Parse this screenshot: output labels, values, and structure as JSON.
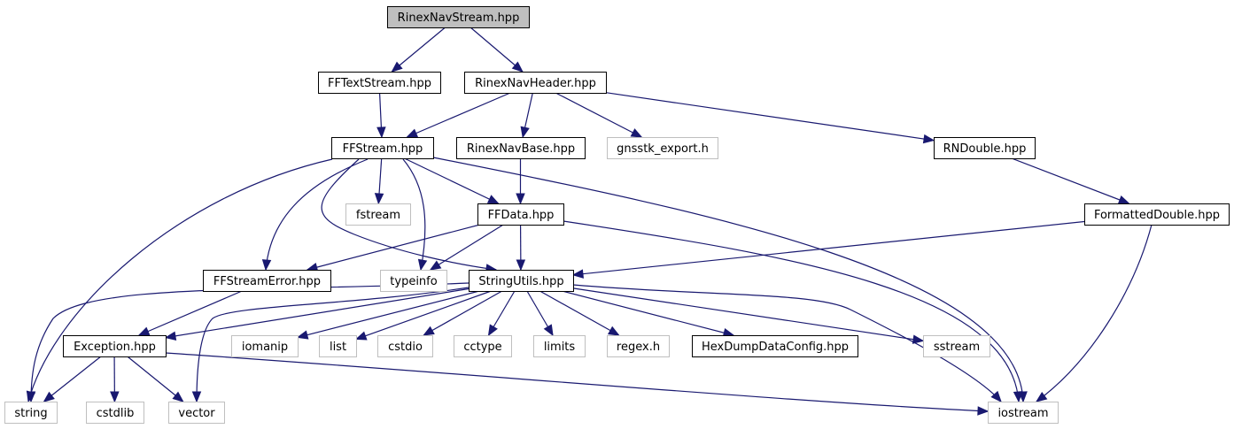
{
  "graph": {
    "title": "RinexNavStream.hpp include dependency graph",
    "colors": {
      "edge": "#191970",
      "root_fill": "#bfbfbf",
      "internal_border": "#000000",
      "external_border": "#bfbfbf"
    },
    "nodes": [
      {
        "id": "RinexNavStream",
        "label": "RinexNavStream.hpp",
        "kind": "root"
      },
      {
        "id": "FFTextStream",
        "label": "FFTextStream.hpp",
        "kind": "internal"
      },
      {
        "id": "RinexNavHeader",
        "label": "RinexNavHeader.hpp",
        "kind": "internal"
      },
      {
        "id": "FFStream",
        "label": "FFStream.hpp",
        "kind": "internal"
      },
      {
        "id": "RinexNavBase",
        "label": "RinexNavBase.hpp",
        "kind": "internal"
      },
      {
        "id": "gnsstk_export",
        "label": "gnsstk_export.h",
        "kind": "external"
      },
      {
        "id": "RNDouble",
        "label": "RNDouble.hpp",
        "kind": "internal"
      },
      {
        "id": "fstream",
        "label": "fstream",
        "kind": "external"
      },
      {
        "id": "FFData",
        "label": "FFData.hpp",
        "kind": "internal"
      },
      {
        "id": "FormattedDouble",
        "label": "FormattedDouble.hpp",
        "kind": "internal"
      },
      {
        "id": "FFStreamError",
        "label": "FFStreamError.hpp",
        "kind": "internal"
      },
      {
        "id": "typeinfo",
        "label": "typeinfo",
        "kind": "external"
      },
      {
        "id": "StringUtils",
        "label": "StringUtils.hpp",
        "kind": "internal"
      },
      {
        "id": "Exception",
        "label": "Exception.hpp",
        "kind": "internal"
      },
      {
        "id": "iomanip",
        "label": "iomanip",
        "kind": "external"
      },
      {
        "id": "list",
        "label": "list",
        "kind": "external"
      },
      {
        "id": "cstdio",
        "label": "cstdio",
        "kind": "external"
      },
      {
        "id": "cctype",
        "label": "cctype",
        "kind": "external"
      },
      {
        "id": "limits",
        "label": "limits",
        "kind": "external"
      },
      {
        "id": "regex",
        "label": "regex.h",
        "kind": "external"
      },
      {
        "id": "HexDumpDataConfig",
        "label": "HexDumpDataConfig.hpp",
        "kind": "internal"
      },
      {
        "id": "sstream",
        "label": "sstream",
        "kind": "external"
      },
      {
        "id": "string",
        "label": "string",
        "kind": "external"
      },
      {
        "id": "cstdlib",
        "label": "cstdlib",
        "kind": "external"
      },
      {
        "id": "vector",
        "label": "vector",
        "kind": "external"
      },
      {
        "id": "iostream",
        "label": "iostream",
        "kind": "external"
      }
    ],
    "edges": [
      [
        "RinexNavStream",
        "FFTextStream"
      ],
      [
        "RinexNavStream",
        "RinexNavHeader"
      ],
      [
        "FFTextStream",
        "FFStream"
      ],
      [
        "RinexNavHeader",
        "FFStream"
      ],
      [
        "RinexNavHeader",
        "RinexNavBase"
      ],
      [
        "RinexNavHeader",
        "gnsstk_export"
      ],
      [
        "RinexNavHeader",
        "RNDouble"
      ],
      [
        "FFStream",
        "fstream"
      ],
      [
        "FFStream",
        "FFData"
      ],
      [
        "FFStream",
        "FFStreamError"
      ],
      [
        "FFStream",
        "typeinfo"
      ],
      [
        "FFStream",
        "StringUtils"
      ],
      [
        "FFStream",
        "string"
      ],
      [
        "FFStream",
        "iostream"
      ],
      [
        "RinexNavBase",
        "FFData"
      ],
      [
        "RNDouble",
        "FormattedDouble"
      ],
      [
        "FFData",
        "FFStreamError"
      ],
      [
        "FFData",
        "typeinfo"
      ],
      [
        "FFData",
        "StringUtils"
      ],
      [
        "FFData",
        "iostream"
      ],
      [
        "FormattedDouble",
        "StringUtils"
      ],
      [
        "FormattedDouble",
        "iostream"
      ],
      [
        "FFStreamError",
        "Exception"
      ],
      [
        "StringUtils",
        "Exception"
      ],
      [
        "StringUtils",
        "iomanip"
      ],
      [
        "StringUtils",
        "list"
      ],
      [
        "StringUtils",
        "cstdio"
      ],
      [
        "StringUtils",
        "cctype"
      ],
      [
        "StringUtils",
        "limits"
      ],
      [
        "StringUtils",
        "regex"
      ],
      [
        "StringUtils",
        "HexDumpDataConfig"
      ],
      [
        "StringUtils",
        "sstream"
      ],
      [
        "StringUtils",
        "string"
      ],
      [
        "StringUtils",
        "vector"
      ],
      [
        "StringUtils",
        "iostream"
      ],
      [
        "Exception",
        "string"
      ],
      [
        "Exception",
        "cstdlib"
      ],
      [
        "Exception",
        "vector"
      ],
      [
        "Exception",
        "iostream"
      ]
    ]
  }
}
